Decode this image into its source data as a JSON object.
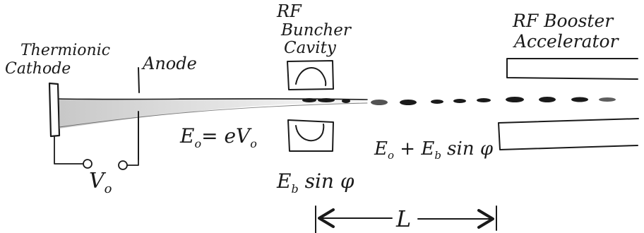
{
  "labels": {
    "cathode_line1": "Thermionic",
    "cathode_line2": "Cathode",
    "anode": "Anode",
    "buncher_line1": "RF",
    "buncher_line2": "Buncher",
    "buncher_line3": "Cavity",
    "booster_line1": "RF Booster",
    "booster_line2": "Accelerator",
    "voltage_v": "V",
    "voltage_sub": "o",
    "e0_main": "E",
    "e0_sub": "o",
    "e0_eq": "= eV",
    "e0_eq_sub": "o",
    "eb_main": "E",
    "eb_sub": "b",
    "eb_rest": " sin φ",
    "sum_e0": "E",
    "sum_e0_sub": "o",
    "sum_plus": " + E",
    "sum_eb_sub": "b",
    "sum_rest": " sin φ",
    "distance": "L"
  }
}
